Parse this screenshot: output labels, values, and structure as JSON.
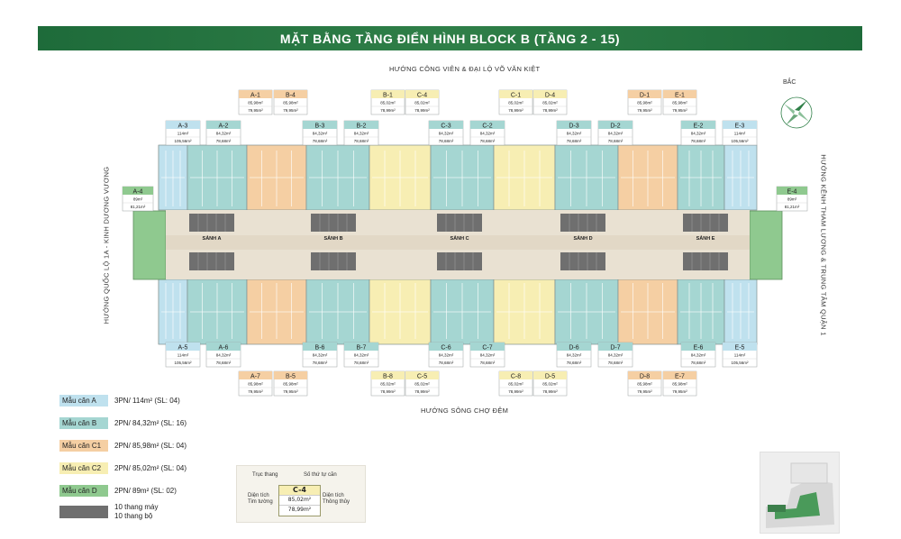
{
  "header": {
    "title": "MẶT BẰNG TẦNG ĐIỂN HÌNH BLOCK B (TẦNG 2 - 15)"
  },
  "directions": {
    "top": "HƯỚNG CÔNG VIÊN & ĐẠI LỘ VÕ VĂN KIỆT",
    "bottom": "HƯỚNG SÔNG CHỢ ĐỆM",
    "left": "HƯỚNG QUỐC LỘ 1A - KINH DƯƠNG VƯƠNG",
    "right": "HƯỚNG KÊNH THAM LƯƠNG & TRUNG TÂM QUẬN 1",
    "north": "BẮC"
  },
  "colors": {
    "type_a": "#bfe1ee",
    "type_b": "#a5d6d2",
    "type_c1": "#f5cfa3",
    "type_c2": "#f7eeb3",
    "type_d": "#8fc98f",
    "core": "#6f6f6f",
    "banner": "#2f7f48",
    "corridor": "#e9e1d2"
  },
  "halls": [
    "SẢNH A",
    "SẢNH B",
    "SẢNH C",
    "SẢNH D",
    "SẢNH E"
  ],
  "unit_labels": {
    "top_row": [
      {
        "code": "A-1",
        "v1": "85,98m²",
        "v2": "79,95m²",
        "type": "c1"
      },
      {
        "code": "B-4",
        "v1": "85,98m²",
        "v2": "79,95m²",
        "type": "c1"
      },
      {
        "code": "B-1",
        "v1": "85,02m²",
        "v2": "78,99m²",
        "type": "c2"
      },
      {
        "code": "C-4",
        "v1": "85,02m²",
        "v2": "78,99m²",
        "type": "c2"
      },
      {
        "code": "C-1",
        "v1": "85,02m²",
        "v2": "78,99m²",
        "type": "c2"
      },
      {
        "code": "D-4",
        "v1": "85,02m²",
        "v2": "78,99m²",
        "type": "c2"
      },
      {
        "code": "D-1",
        "v1": "85,98m²",
        "v2": "79,95m²",
        "type": "c1"
      },
      {
        "code": "E-1",
        "v1": "85,98m²",
        "v2": "79,95m²",
        "type": "c1"
      }
    ],
    "top_inner": [
      {
        "code": "A-3",
        "v1": "114m²",
        "v2": "105,56m²",
        "type": "a"
      },
      {
        "code": "A-2",
        "v1": "84,32m²",
        "v2": "78,68m²",
        "type": "b"
      },
      {
        "code": "B-3",
        "v1": "84,32m²",
        "v2": "78,68m²",
        "type": "b"
      },
      {
        "code": "B-2",
        "v1": "84,32m²",
        "v2": "78,68m²",
        "type": "b"
      },
      {
        "code": "C-3",
        "v1": "84,32m²",
        "v2": "78,68m²",
        "type": "b"
      },
      {
        "code": "C-2",
        "v1": "84,32m²",
        "v2": "78,68m²",
        "type": "b"
      },
      {
        "code": "D-3",
        "v1": "84,32m²",
        "v2": "78,68m²",
        "type": "b"
      },
      {
        "code": "D-2",
        "v1": "84,32m²",
        "v2": "78,68m²",
        "type": "b"
      },
      {
        "code": "E-2",
        "v1": "84,32m²",
        "v2": "78,68m²",
        "type": "b"
      },
      {
        "code": "E-3",
        "v1": "114m²",
        "v2": "105,56m²",
        "type": "a"
      }
    ],
    "side": [
      {
        "code": "A-4",
        "v1": "89m²",
        "v2": "81,21m²",
        "type": "d"
      },
      {
        "code": "E-4",
        "v1": "89m²",
        "v2": "81,21m²",
        "type": "d"
      }
    ],
    "bottom_inner": [
      {
        "code": "A-5",
        "v1": "114m²",
        "v2": "105,56m²",
        "type": "a"
      },
      {
        "code": "A-6",
        "v1": "84,32m²",
        "v2": "78,68m²",
        "type": "b"
      },
      {
        "code": "B-6",
        "v1": "84,32m²",
        "v2": "78,68m²",
        "type": "b"
      },
      {
        "code": "B-7",
        "v1": "84,32m²",
        "v2": "78,68m²",
        "type": "b"
      },
      {
        "code": "C-6",
        "v1": "84,32m²",
        "v2": "78,68m²",
        "type": "b"
      },
      {
        "code": "C-7",
        "v1": "84,32m²",
        "v2": "78,68m²",
        "type": "b"
      },
      {
        "code": "D-6",
        "v1": "84,32m²",
        "v2": "78,68m²",
        "type": "b"
      },
      {
        "code": "D-7",
        "v1": "84,32m²",
        "v2": "78,68m²",
        "type": "b"
      },
      {
        "code": "E-6",
        "v1": "84,32m²",
        "v2": "78,68m²",
        "type": "b"
      },
      {
        "code": "E-5",
        "v1": "114m²",
        "v2": "105,56m²",
        "type": "a"
      }
    ],
    "bottom_row": [
      {
        "code": "A-7",
        "v1": "85,98m²",
        "v2": "79,95m²",
        "type": "c1"
      },
      {
        "code": "B-5",
        "v1": "85,98m²",
        "v2": "79,95m²",
        "type": "c1"
      },
      {
        "code": "B-8",
        "v1": "85,02m²",
        "v2": "78,99m²",
        "type": "c2"
      },
      {
        "code": "C-5",
        "v1": "85,02m²",
        "v2": "78,99m²",
        "type": "c2"
      },
      {
        "code": "C-8",
        "v1": "85,02m²",
        "v2": "78,99m²",
        "type": "c2"
      },
      {
        "code": "D-5",
        "v1": "85,02m²",
        "v2": "78,99m²",
        "type": "c2"
      },
      {
        "code": "D-8",
        "v1": "85,98m²",
        "v2": "79,95m²",
        "type": "c1"
      },
      {
        "code": "E-7",
        "v1": "85,98m²",
        "v2": "79,95m²",
        "type": "c1"
      }
    ]
  },
  "legend": [
    {
      "name": "Mẫu căn A",
      "desc": "3PN/ 114m² (SL: 04)",
      "type": "a"
    },
    {
      "name": "Mẫu căn B",
      "desc": "2PN/ 84,32m² (SL: 16)",
      "type": "b"
    },
    {
      "name": "Mẫu căn C1",
      "desc": "2PN/ 85,98m² (SL: 04)",
      "type": "c1"
    },
    {
      "name": "Mẫu căn C2",
      "desc": "2PN/ 85,02m² (SL: 04)",
      "type": "c2"
    },
    {
      "name": "Mẫu căn D",
      "desc": "2PN/ 89m² (SL: 02)",
      "type": "d"
    }
  ],
  "legend_core": {
    "line1": "10 thang máy",
    "line2": "10 thang bộ"
  },
  "key": {
    "axis_label": "Trục thang",
    "order_label": "Số thứ tự căn",
    "wall_label_1": "Diện tích",
    "wall_label_2": "Tim tường",
    "clear_label_1": "Diện tích",
    "clear_label_2": "Thông thủy",
    "code": "C-4",
    "v1": "85,02m²",
    "v2": "78,99m²"
  }
}
